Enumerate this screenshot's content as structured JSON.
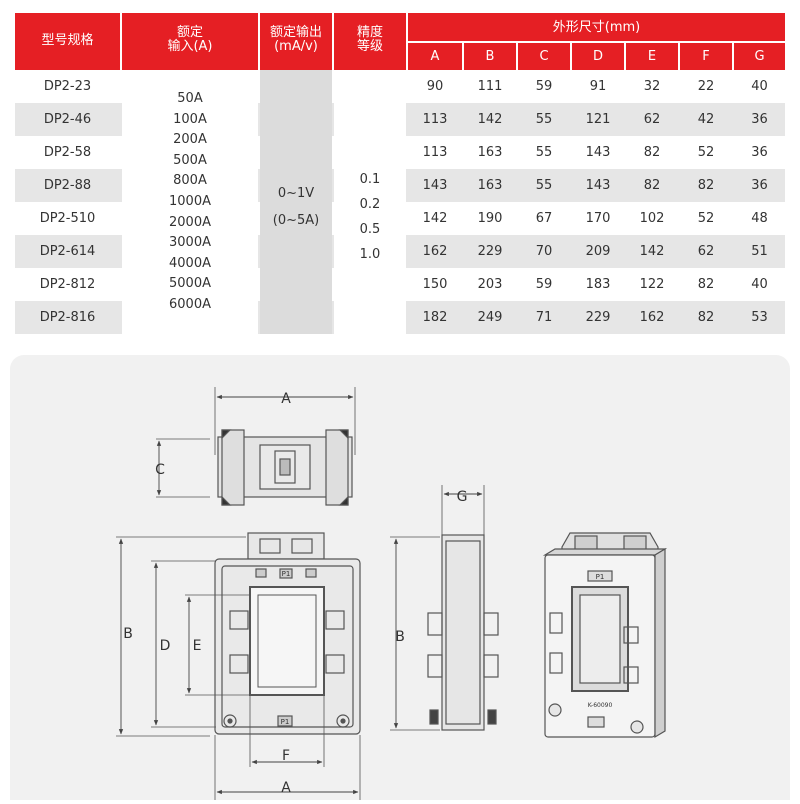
{
  "table": {
    "headers": {
      "model": "型号规格",
      "input_l1": "额定",
      "input_l2": "输入(A)",
      "output_l1": "额定输出",
      "output_l2": "(mA/v)",
      "accuracy_l1": "精度",
      "accuracy_l2": "等级",
      "dims": "外形尺寸(mm)",
      "dim_cols": [
        "A",
        "B",
        "C",
        "D",
        "E",
        "F",
        "G"
      ]
    },
    "rows": [
      {
        "model": "DP2-23",
        "dims": [
          "90",
          "111",
          "59",
          "91",
          "32",
          "22",
          "40"
        ]
      },
      {
        "model": "DP2-46",
        "dims": [
          "113",
          "142",
          "55",
          "121",
          "62",
          "42",
          "36"
        ]
      },
      {
        "model": "DP2-58",
        "dims": [
          "113",
          "163",
          "55",
          "143",
          "82",
          "52",
          "36"
        ]
      },
      {
        "model": "DP2-88",
        "dims": [
          "143",
          "163",
          "55",
          "143",
          "82",
          "82",
          "36"
        ]
      },
      {
        "model": "DP2-510",
        "dims": [
          "142",
          "190",
          "67",
          "170",
          "102",
          "52",
          "48"
        ]
      },
      {
        "model": "DP2-614",
        "dims": [
          "162",
          "229",
          "70",
          "209",
          "142",
          "62",
          "51"
        ]
      },
      {
        "model": "DP2-812",
        "dims": [
          "150",
          "203",
          "59",
          "183",
          "122",
          "82",
          "40"
        ]
      },
      {
        "model": "DP2-816",
        "dims": [
          "182",
          "249",
          "71",
          "229",
          "162",
          "82",
          "53"
        ]
      }
    ],
    "inputs": [
      "50A",
      "100A",
      "200A",
      "500A",
      "800A",
      "1000A",
      "2000A",
      "3000A",
      "4000A",
      "5000A",
      "6000A"
    ],
    "output": [
      "0~1V",
      "(0~5A)"
    ],
    "accuracy": [
      "0.1",
      "0.2",
      "0.5",
      "1.0"
    ]
  },
  "drawing": {
    "labels": {
      "A": "A",
      "B": "B",
      "C": "C",
      "D": "D",
      "E": "E",
      "F": "F",
      "G": "G"
    },
    "terminal_label": "P1",
    "product_mark": "K-60090"
  }
}
